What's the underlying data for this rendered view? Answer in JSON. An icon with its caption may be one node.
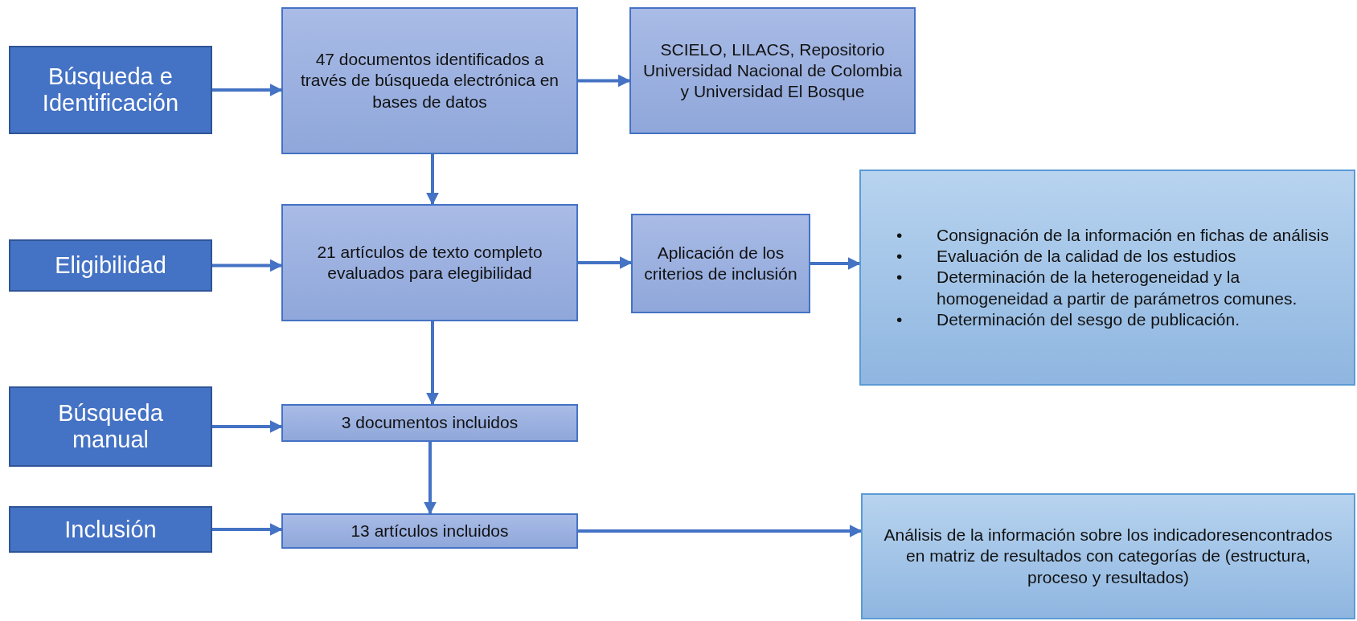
{
  "diagram": {
    "nodes": [
      {
        "text": [
          "Búsqueda e Identificación"
        ]
      },
      {
        "text": [
          "47 documentos identificados a través de búsqueda electrónica en bases de datos"
        ]
      },
      {
        "text": [
          "SCIELO, LILACS, Repositorio Universidad Nacional de Colombia y Universidad El Bosque"
        ]
      },
      {
        "text": [
          "Eligibilidad"
        ]
      },
      {
        "text": [
          "21 artículos de texto completo evaluados para elegibilidad"
        ]
      },
      {
        "text": [
          "Aplicación de los criterios de inclusión"
        ]
      },
      {
        "text": [
          "Consignación de la información en fichas de análisis",
          "Evaluación de la calidad de los estudios",
          "Determinación de la heterogeneidad y la homogeneidad a partir de parámetros comunes.",
          "Determinación del sesgo de publicación."
        ]
      },
      {
        "text": [
          "Búsqueda manual"
        ]
      },
      {
        "text": [
          "3 documentos incluidos"
        ]
      },
      {
        "text": [
          "Inclusión"
        ]
      },
      {
        "text": [
          "13 artículos incluidos"
        ]
      },
      {
        "text": [
          "Análisis de la información sobre los indicadoresencontrados  en matriz de resultados con categorías de (estructura, proceso y resultados)"
        ]
      }
    ],
    "edges": [
      {
        "from": 0,
        "to": 1,
        "arrow": "to"
      },
      {
        "from": 1,
        "to": 2,
        "arrow": "to"
      },
      {
        "from": 1,
        "to": 4,
        "arrow": "to"
      },
      {
        "from": 3,
        "to": 4,
        "arrow": "to"
      },
      {
        "from": 4,
        "to": 5,
        "arrow": "to"
      },
      {
        "from": 5,
        "to": 6,
        "arrow": "to"
      },
      {
        "from": 4,
        "to": 8,
        "arrow": "to"
      },
      {
        "from": 7,
        "to": 8,
        "arrow": "to"
      },
      {
        "from": 8,
        "to": 10,
        "arrow": "to"
      },
      {
        "from": 9,
        "to": 10,
        "arrow": "to"
      },
      {
        "from": 10,
        "to": 11,
        "arrow": "to"
      }
    ],
    "labels": [
      "•",
      "•",
      "•",
      "•"
    ]
  }
}
